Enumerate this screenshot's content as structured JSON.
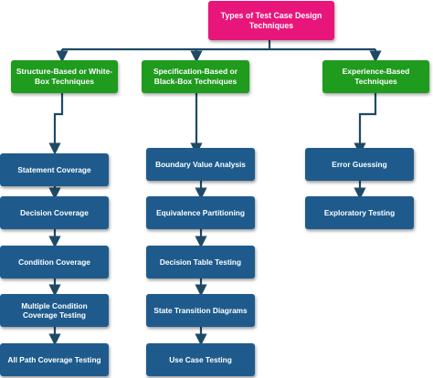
{
  "root": {
    "label": "Types of Test Case Design Techniques"
  },
  "categories": [
    {
      "label": "Structure-Based or White-Box Techniques",
      "children": [
        "Statement Coverage",
        "Decision Coverage",
        "Condition Coverage",
        "Multiple Condition Coverage Testing",
        "All Path Coverage Testing"
      ]
    },
    {
      "label": "Specification-Based or Black-Box Techniques",
      "children": [
        "Boundary Value Analysis",
        "Equivalence Partitioning",
        "Decision Table Testing",
        "State Transition Diagrams",
        "Use Case Testing"
      ]
    },
    {
      "label": "Experience-Based Techniques",
      "children": [
        "Error Guessing",
        "Exploratory Testing"
      ]
    }
  ],
  "colors": {
    "root": "#e8157a",
    "category": "#1f9b1d",
    "leaf": "#1e5b8c",
    "connector": "#1e4a66"
  }
}
